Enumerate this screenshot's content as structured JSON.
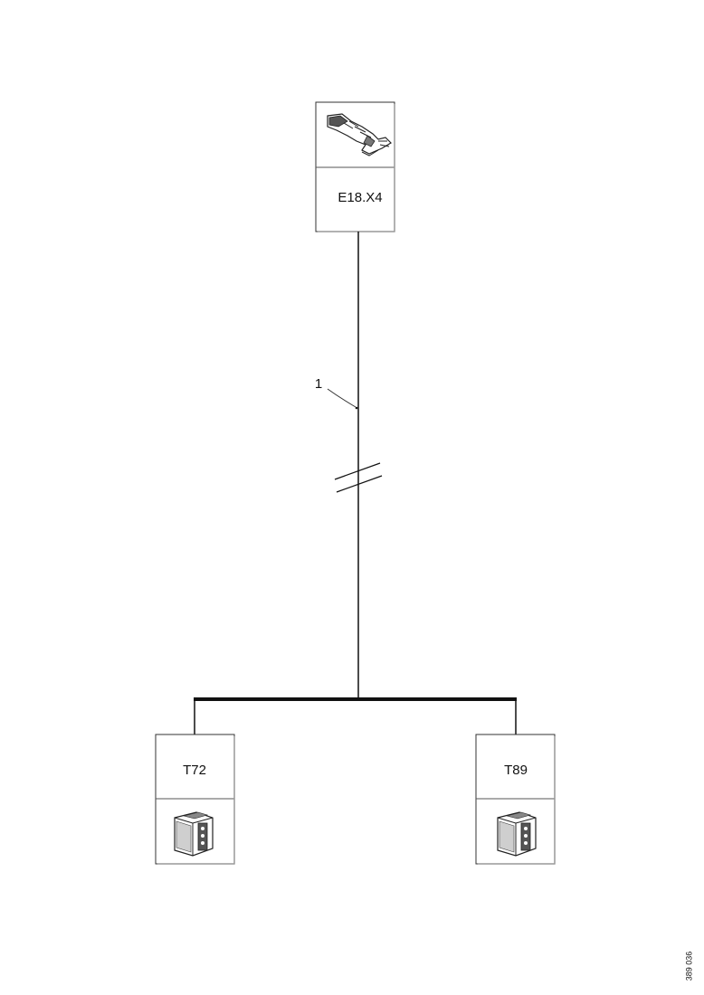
{
  "diagram": {
    "top_component": {
      "label": "E18.X4",
      "icon": "connector-plug-icon"
    },
    "wire": {
      "callout": "1"
    },
    "left_component": {
      "label": "T72",
      "icon": "connector-housing-icon"
    },
    "right_component": {
      "label": "T89",
      "icon": "connector-housing-icon"
    },
    "reference_code": "389 036"
  }
}
